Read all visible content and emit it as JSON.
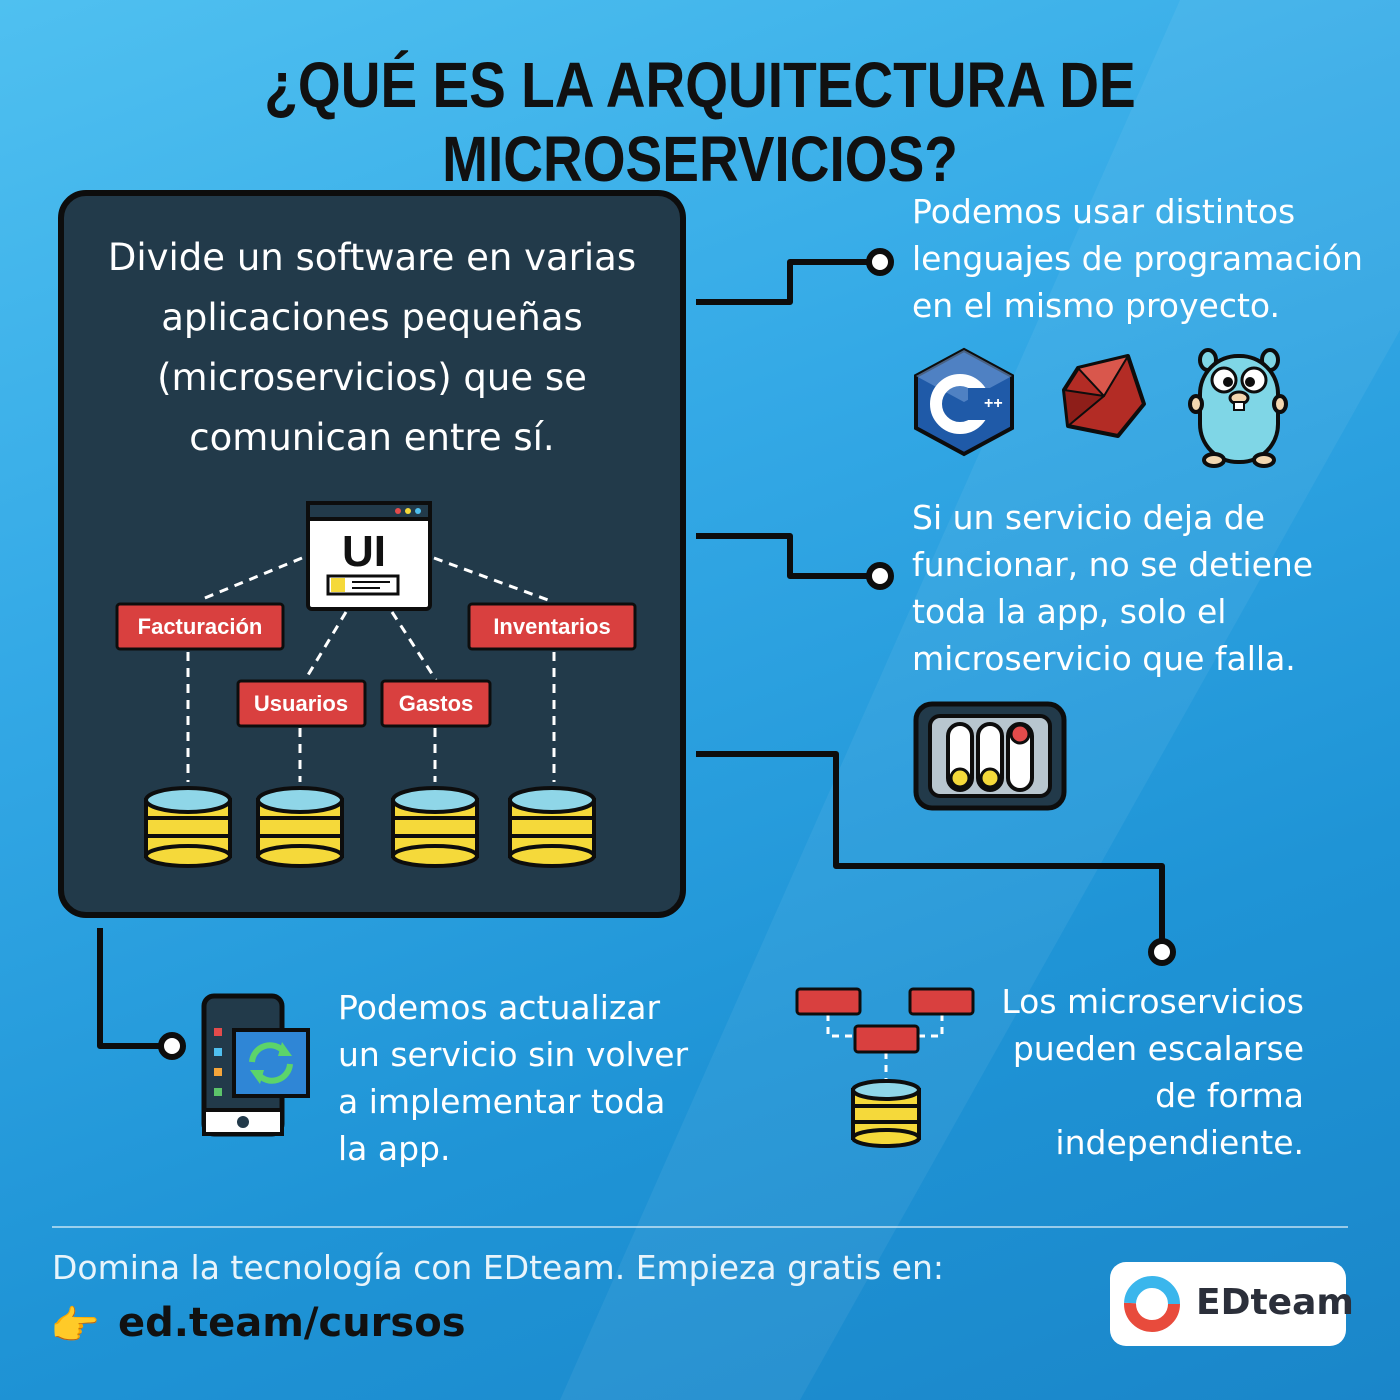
{
  "title": "¿QUÉ ES LA ARQUITECTURA DE MICROSERVICIOS?",
  "panel": {
    "description": "Divide un software en varias aplicaciones pequeñas (microservicios) que se comunican entre sí.",
    "ui_label": "UI",
    "services": [
      "Facturación",
      "Usuarios",
      "Gastos",
      "Inventarios"
    ]
  },
  "benefits": {
    "languages": "Podemos usar distintos lenguajes de programación en el mismo proyecto.",
    "fault": "Si un servicio deja de funcionar, no se detiene toda la app, solo el microservicio que falla.",
    "update": "Podemos actualizar un servicio sin volver a implementar toda la app.",
    "scale": "Los microservicios pueden escalarse de forma independiente."
  },
  "icons": {
    "cpp_badge": "++",
    "language_icons": [
      "cpp-icon",
      "ruby-icon",
      "go-gopher-icon"
    ],
    "other_icons": [
      "toggle-panel-icon",
      "phone-sync-icon",
      "scale-servers-icon",
      "pointing-hand-icon",
      "edteam-logo-icon"
    ]
  },
  "footer": {
    "text": "Domina la tecnología con EDteam. Empieza gratis en:",
    "hand": "👉",
    "link": "ed.team/cursos",
    "logo_text": "EDteam"
  },
  "colors": {
    "panel": "#223a4a",
    "service_box": "#d9403f",
    "database": "#f5d93a",
    "database_top": "#8fd6e8"
  }
}
